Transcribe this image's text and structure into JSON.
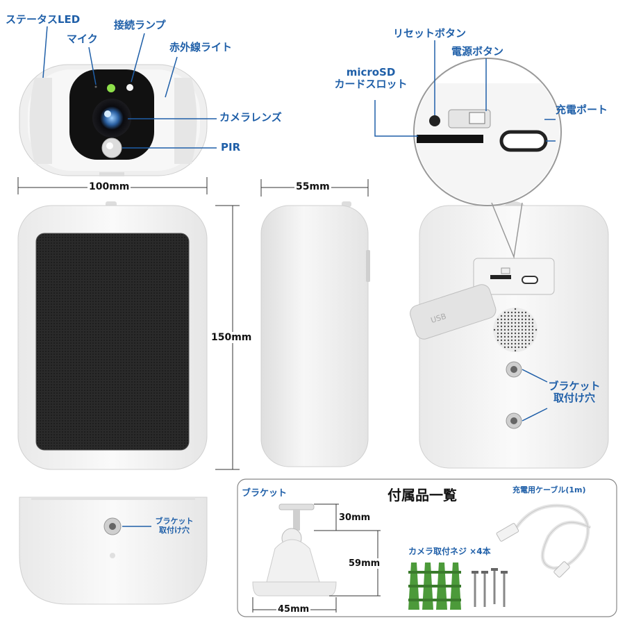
{
  "top_view_labels": {
    "status_led": "ステータスLED",
    "mic": "マイク",
    "connection_lamp": "接続ランプ",
    "ir_light": "赤外線ライト",
    "camera_lens": "カメラレンズ",
    "pir": "PIR"
  },
  "port_labels": {
    "reset_button": "リセットボタン",
    "power_button": "電源ボタン",
    "microsd_line1": "microSD",
    "microsd_line2": "カードスロット",
    "charge_port": "充電ポート"
  },
  "dimensions": {
    "width": "100mm",
    "depth": "55mm",
    "height": "150mm"
  },
  "back_labels": {
    "bracket_hole_line1": "ブラケット",
    "bracket_hole_line2": "取付け穴"
  },
  "bottom_labels": {
    "bracket_hole_line1": "ブラケット",
    "bracket_hole_line2": "取付け穴"
  },
  "accessories": {
    "title": "付属品一覧",
    "bracket": "ブラケット",
    "bracket_dim_top": "30mm",
    "bracket_dim_height": "59mm",
    "bracket_dim_base": "45mm",
    "cable": "充電用ケーブル(1m)",
    "screws": "カメラ取付ネジ ×4本"
  },
  "colors": {
    "label_blue": "#1f5fa8",
    "device_white": "#f2f2f2",
    "grille_dark": "#2b2b2b",
    "anchor_green": "#4c9a3a"
  }
}
